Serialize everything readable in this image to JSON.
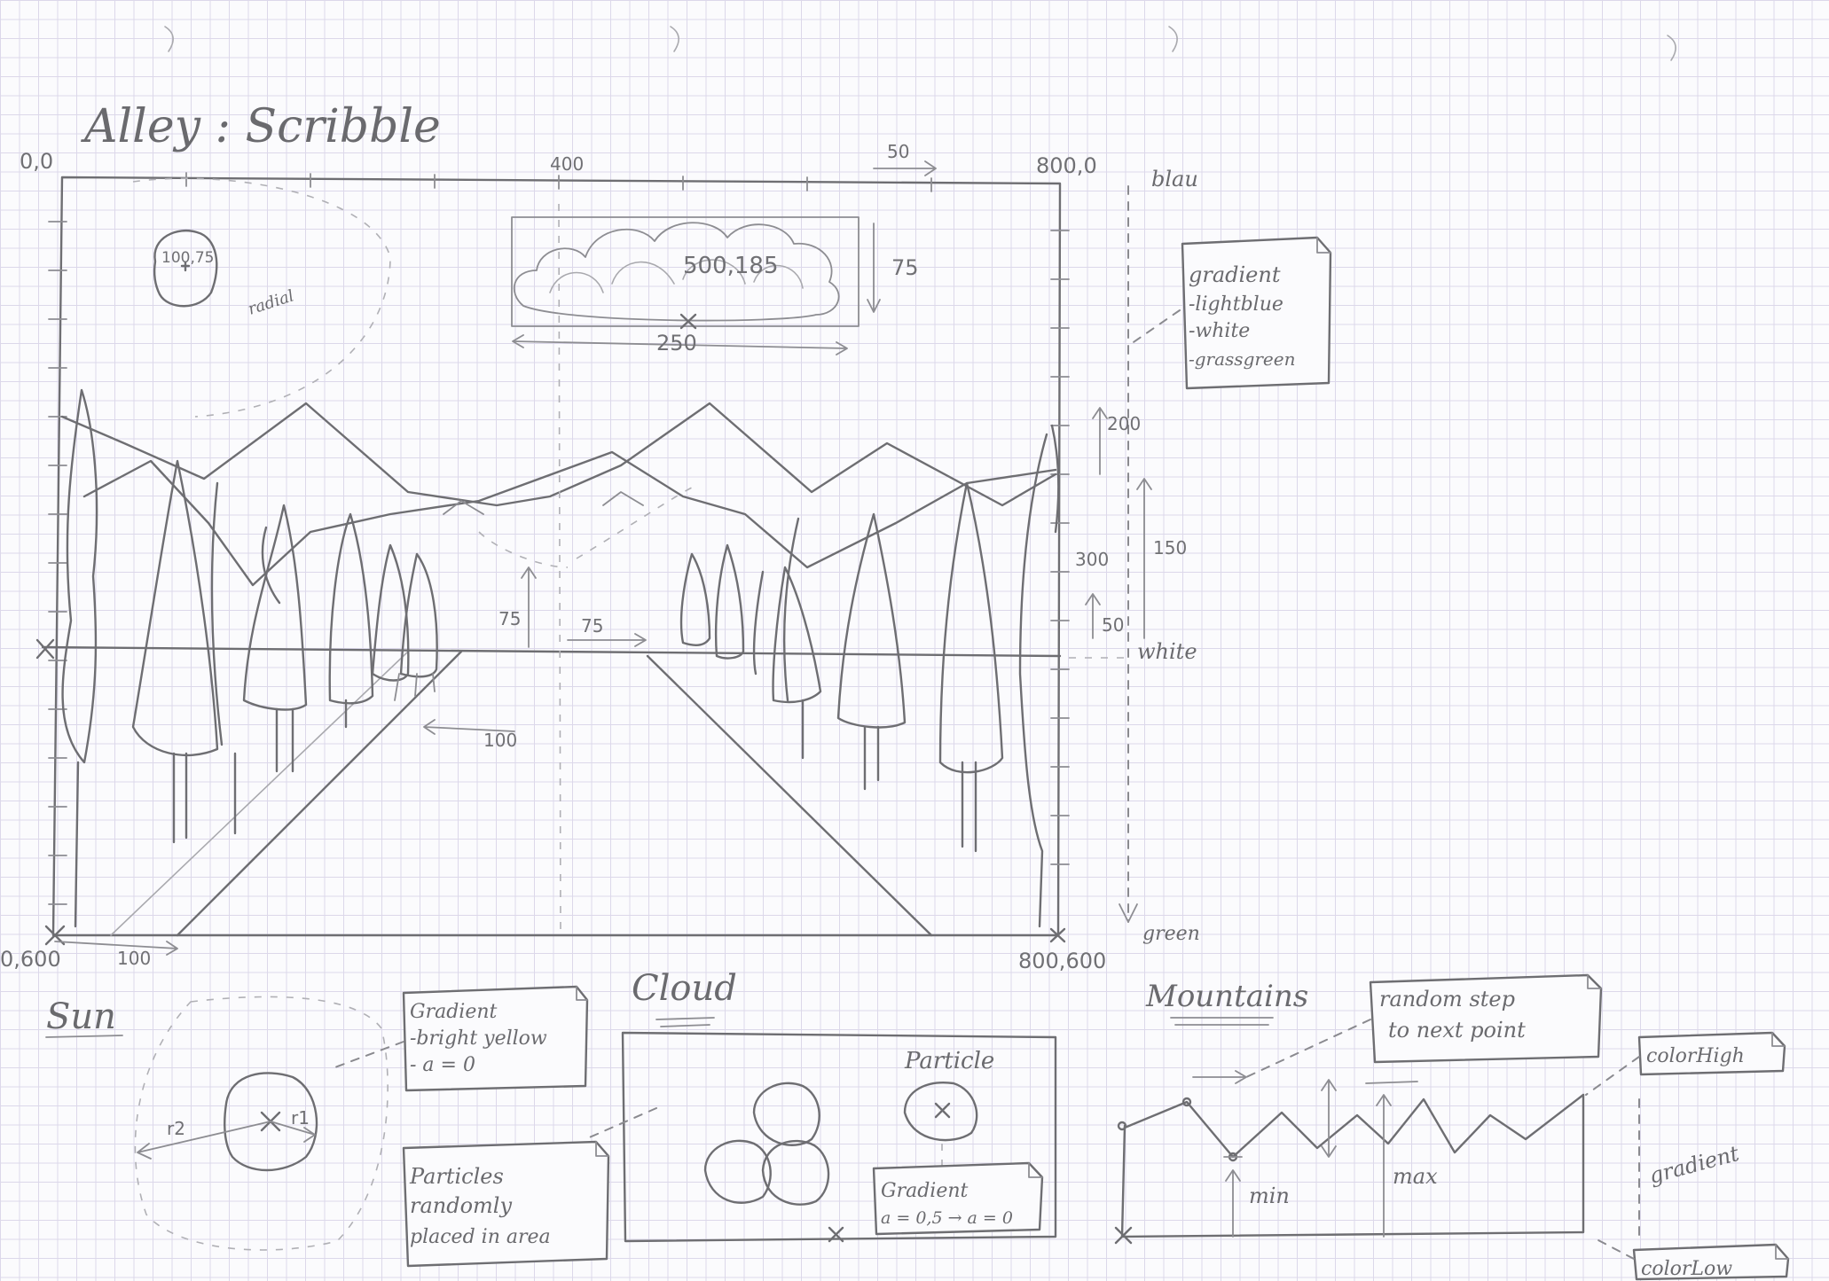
{
  "title": "Alley : Scribble",
  "canvas": {
    "corner_top_left": "0,0",
    "corner_top_right": "800,0",
    "corner_bottom_left": "0,600",
    "corner_bottom_right": "800,600",
    "top_tick": "400",
    "top_arrow": "50",
    "bottom_arrow": "100",
    "sun_center": "100,75",
    "sun_label": "radial",
    "cloud_center": "500,185",
    "cloud_width": "250",
    "cloud_height": "75",
    "road_offset_left": "75",
    "road_offset_up": "75",
    "road_offset_width": "100",
    "right_200": "200",
    "right_300": "300",
    "right_150": "150",
    "right_50": "50",
    "sky_top": "blau",
    "sky_horizon": "white",
    "ground_bottom": "green"
  },
  "gradient_note": {
    "heading": "gradient",
    "stops": [
      "-lightblue",
      "-white",
      "-grassgreen"
    ]
  },
  "sun_section": {
    "heading": "Sun",
    "r1": "r1",
    "r2": "r2",
    "note_lines": [
      "Gradient",
      "-bright yellow",
      "- a = 0"
    ]
  },
  "cloud_section": {
    "heading": "Cloud",
    "particle_label": "Particle",
    "particles_note": [
      "Particles",
      "randomly",
      "placed in area"
    ],
    "gradient_note": [
      "Gradient",
      "a = 0,5 → a = 0"
    ]
  },
  "mountains_section": {
    "heading": "Mountains",
    "step_note": [
      "random step",
      "to next point"
    ],
    "min_label": "min",
    "max_label": "max",
    "color_high": "colorHigh",
    "color_low": "colorLow",
    "gradient_label": "gradient"
  }
}
